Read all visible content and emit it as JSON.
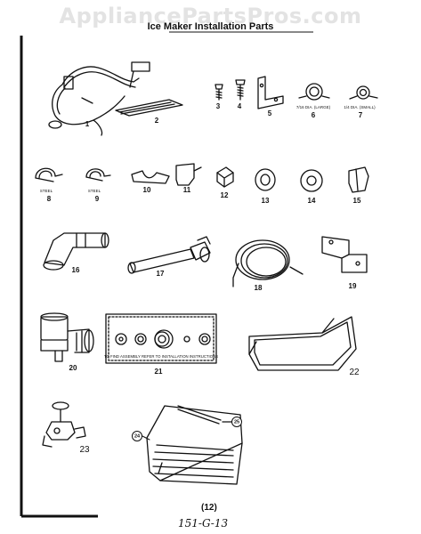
{
  "header": {
    "watermark": "AppliancePartsPros.com",
    "title": "Ice Maker Installation Parts"
  },
  "parts": [
    {
      "num": "1",
      "sub": ""
    },
    {
      "num": "2",
      "sub": ""
    },
    {
      "num": "3",
      "sub": ""
    },
    {
      "num": "4",
      "sub": ""
    },
    {
      "num": "5",
      "sub": ""
    },
    {
      "num": "6",
      "sub": "7/16 DIA. (LARGE)"
    },
    {
      "num": "7",
      "sub": "1/4 DIA. (SMALL)"
    },
    {
      "num": "8",
      "sub": "STEEL"
    },
    {
      "num": "9",
      "sub": "STEEL"
    },
    {
      "num": "10",
      "sub": ""
    },
    {
      "num": "11",
      "sub": ""
    },
    {
      "num": "12",
      "sub": ""
    },
    {
      "num": "13",
      "sub": ""
    },
    {
      "num": "14",
      "sub": ""
    },
    {
      "num": "15",
      "sub": ""
    },
    {
      "num": "16",
      "sub": ""
    },
    {
      "num": "17",
      "sub": ""
    },
    {
      "num": "18",
      "sub": ""
    },
    {
      "num": "19",
      "sub": ""
    },
    {
      "num": "20",
      "sub": ""
    },
    {
      "num": "21",
      "sub": ""
    },
    {
      "num": "22",
      "sub": ""
    },
    {
      "num": "23",
      "sub": ""
    },
    {
      "num": "24",
      "sub": ""
    },
    {
      "num": "25",
      "sub": ""
    }
  ],
  "card_note": "TO FIND ASSEMBLY REFER TO INSTALLATION INSTRUCTIONS",
  "footer": {
    "page": "(12)",
    "handwritten": "151-G-13"
  }
}
